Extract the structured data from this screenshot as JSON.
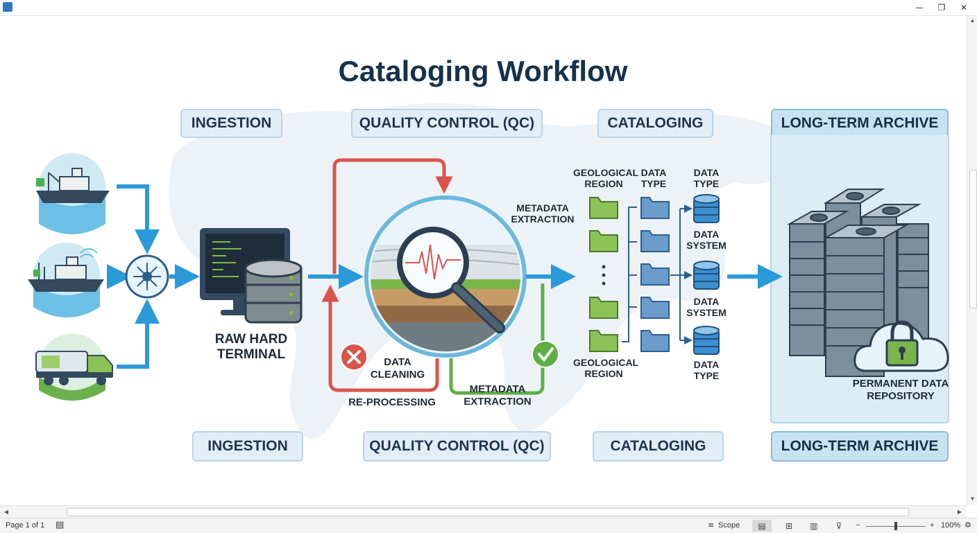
{
  "window": {
    "minimize_glyph": "—",
    "restore_glyph": "❐",
    "close_glyph": "✕"
  },
  "diagram": {
    "title": "Cataloging Workflow",
    "stages_top": [
      "INGESTION",
      "QUALITY CONTROL (QC)",
      "CATALOGING",
      "LONG-TERM ARCHIVE"
    ],
    "stages_bottom": [
      "INGESTION",
      "QUALITY CONTROL (QC)",
      "CATALOGING",
      "LONG-TERM ARCHIVE"
    ],
    "terminal_label": "RAW HARD\nTERMINAL",
    "data_cleaning": "DATA\nCLEANING",
    "reprocessing": "RE-PROCESSING",
    "metadata_extraction_bottom": "METADATA\nEXTRACTION",
    "metadata_extraction_top": "METADATA\nEXTRACTION",
    "catalog": {
      "col1_header": "GEOLOGICAL\nREGION",
      "col2_header": "DATA\nTYPE",
      "col3_header": "DATA\nTYPE",
      "col1_footer": "GEOLOGICAL\nREGION",
      "db_label_1": "DATA\nSYSTEM",
      "db_label_2": "DATA\nSYSTEM",
      "db_label_3": "DATA\nTYPE"
    },
    "archive_label": "PERMANENT DATA\nREPOSITORY",
    "colors": {
      "flow_blue": "#2b9ad8",
      "reject_red": "#d9544b",
      "accept_green": "#5fae45",
      "folder_green": "#8cc356",
      "folder_blue": "#6a9ccc",
      "title_navy": "#16324a"
    }
  },
  "status": {
    "page": "Page 1 of 1",
    "scope": "Scope",
    "zoom": "100%",
    "zoom_minus": "−",
    "zoom_plus": "+"
  }
}
